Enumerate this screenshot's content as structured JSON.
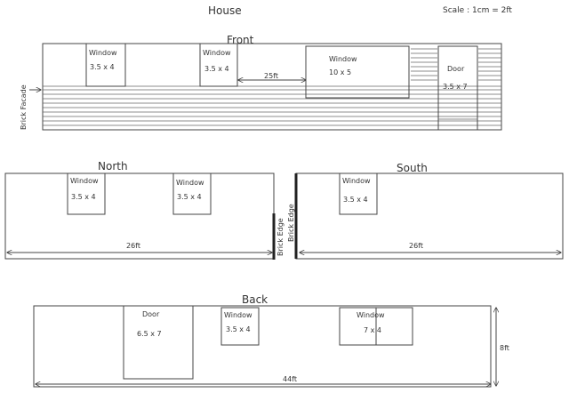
{
  "header": {
    "title": "House",
    "scale": "Scale : 1cm = 2ft"
  },
  "front": {
    "label": "Front",
    "facade_label": "Brick Facade",
    "windows": [
      {
        "label": "Window",
        "size": "3.5 x 4"
      },
      {
        "label": "Window",
        "size": "3.5 x 4"
      },
      {
        "label": "Window",
        "size": "10 x 5"
      }
    ],
    "door": {
      "label": "Door",
      "size": "3.5 x 7"
    },
    "width_label": "25ft"
  },
  "north": {
    "label": "North",
    "windows": [
      {
        "label": "Window",
        "size": "3.5 x 4"
      },
      {
        "label": "Window",
        "size": "3.5 x 4"
      }
    ],
    "width_label": "26ft",
    "edge_label": "Brick Edge"
  },
  "south": {
    "label": "South",
    "windows": [
      {
        "label": "Window",
        "size": "3.5 x 4"
      }
    ],
    "width_label": "26ft",
    "edge_label": "Brick Edge"
  },
  "back": {
    "label": "Back",
    "door": {
      "label": "Door",
      "size": "6.5 x 7"
    },
    "windows": [
      {
        "label": "Window",
        "size": "3.5 x 4"
      },
      {
        "label": "Window",
        "size": "7 x 4"
      }
    ],
    "width_label": "44ft",
    "height_label": "8ft"
  }
}
